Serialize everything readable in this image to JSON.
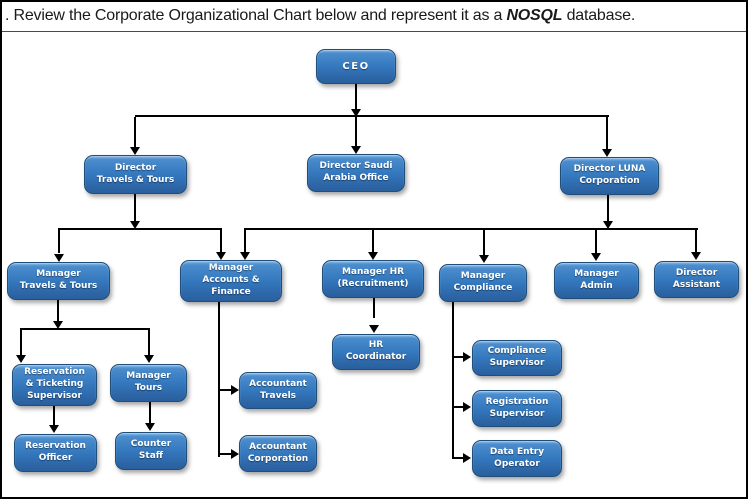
{
  "title": {
    "prefix": ". Review the Corporate Organizational Chart below and represent it as a ",
    "emphasis": "NOSQL",
    "suffix": " database."
  },
  "colors": {
    "node_fill_top": "#84b4e4",
    "node_fill_main": "#3579bf",
    "node_fill_bottom": "#2a5f9d",
    "node_border": "#1f4e79",
    "node_text": "#ffffff",
    "connector": "#000000",
    "frame_border": "#000000"
  },
  "org_chart": {
    "type": "org-tree",
    "nodes": [
      {
        "id": "ceo",
        "label": "CEO",
        "parents": []
      },
      {
        "id": "dir_travels",
        "label": "Director\nTravels & Tours",
        "parents": [
          "ceo"
        ]
      },
      {
        "id": "dir_saudi",
        "label": "Director Saudi\nArabia Office",
        "parents": [
          "ceo"
        ]
      },
      {
        "id": "dir_luna",
        "label": "Director LUNA\nCorporation",
        "parents": [
          "ceo"
        ]
      },
      {
        "id": "mgr_travels",
        "label": "Manager\nTravels & Tours",
        "parents": [
          "dir_travels"
        ]
      },
      {
        "id": "mgr_accounts",
        "label": "Manager\nAccounts &\nFinance",
        "parents": [
          "dir_travels",
          "dir_luna"
        ]
      },
      {
        "id": "mgr_hr",
        "label": "Manager HR\n(Recruitment)",
        "parents": [
          "dir_luna"
        ]
      },
      {
        "id": "mgr_compliance",
        "label": "Manager\nCompliance",
        "parents": [
          "dir_luna"
        ]
      },
      {
        "id": "mgr_admin",
        "label": "Manager\nAdmin",
        "parents": [
          "dir_luna"
        ]
      },
      {
        "id": "dir_assistant",
        "label": "Director\nAssistant",
        "parents": [
          "dir_luna"
        ]
      },
      {
        "id": "rt_supervisor",
        "label": "Reservation\n& Ticketing\nSupervisor",
        "parents": [
          "mgr_travels"
        ]
      },
      {
        "id": "mgr_tours",
        "label": "Manager\nTours",
        "parents": [
          "mgr_travels"
        ]
      },
      {
        "id": "res_officer",
        "label": "Reservation\nOfficer",
        "parents": [
          "rt_supervisor"
        ]
      },
      {
        "id": "counter_staff",
        "label": "Counter\nStaff",
        "parents": [
          "mgr_tours"
        ]
      },
      {
        "id": "acc_travels",
        "label": "Accountant\nTravels",
        "parents": [
          "mgr_accounts"
        ]
      },
      {
        "id": "acc_corp",
        "label": "Accountant\nCorporation",
        "parents": [
          "mgr_accounts"
        ]
      },
      {
        "id": "hr_coord",
        "label": "HR\nCoordinator",
        "parents": [
          "mgr_hr"
        ]
      },
      {
        "id": "comp_supervisor",
        "label": "Compliance\nSupervisor",
        "parents": [
          "mgr_compliance"
        ]
      },
      {
        "id": "reg_supervisor",
        "label": "Registration\nSupervisor",
        "parents": [
          "mgr_compliance"
        ]
      },
      {
        "id": "data_entry",
        "label": "Data Entry\nOperator",
        "parents": [
          "mgr_compliance"
        ]
      }
    ]
  }
}
